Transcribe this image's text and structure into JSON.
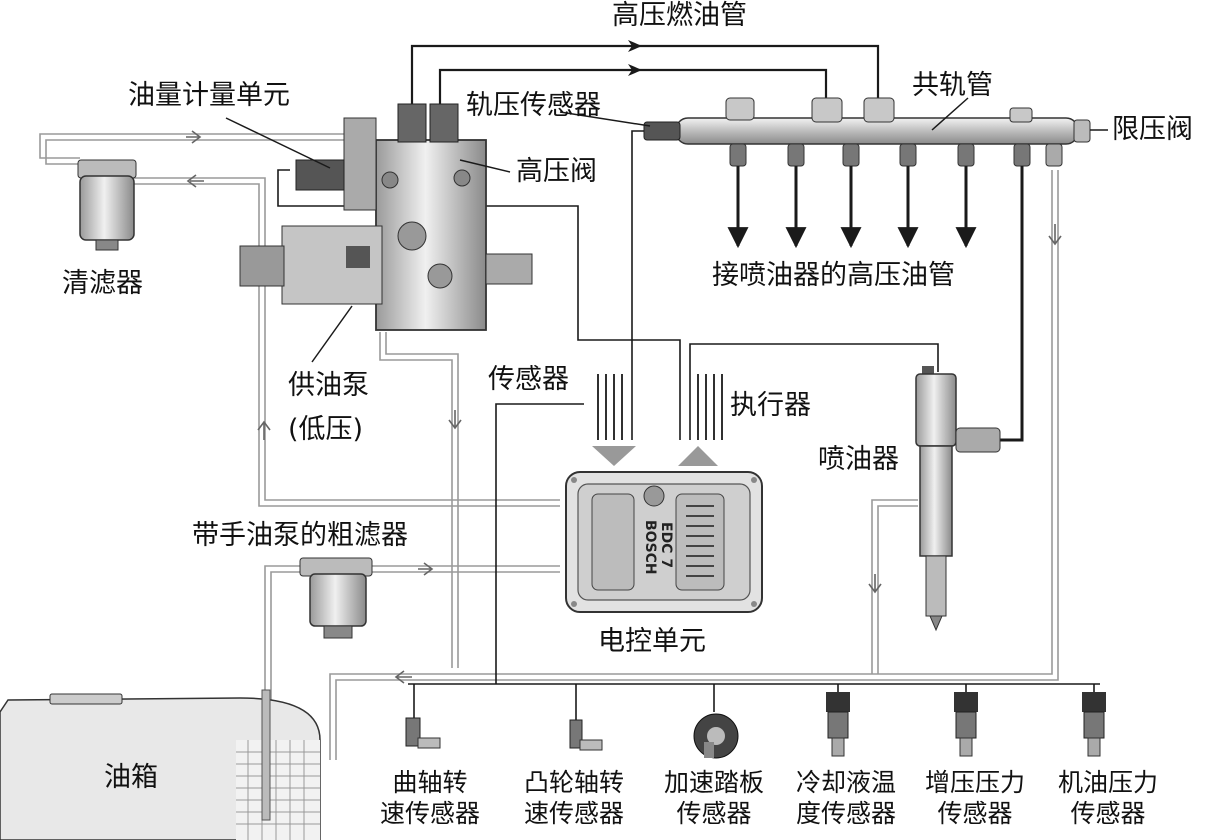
{
  "labels": {
    "high_pressure_fuel_pipe": "高压燃油管",
    "fuel_metering_unit": "油量计量单元",
    "rail_pressure_sensor": "轨压传感器",
    "common_rail": "共轨管",
    "pressure_limiting_valve": "限压阀",
    "high_pressure_valve": "高压阀",
    "filter": "清滤器",
    "pipes_to_injectors": "接喷油器的高压油管",
    "supply_pump_line1": "供油泵",
    "supply_pump_line2": "(低压)",
    "sensors": "传感器",
    "actuators": "执行器",
    "injector": "喷油器",
    "prefilter_with_hand_pump": "带手油泵的粗滤器",
    "ecu": "电控单元",
    "fuel_tank": "油箱",
    "ecu_brand": "BOSCH",
    "ecu_model": "EDC 7"
  },
  "sensors": [
    {
      "line1": "曲轴转",
      "line2": "速传感器",
      "icon": "crankshaft-speed-sensor-icon"
    },
    {
      "line1": "凸轮轴转",
      "line2": "速传感器",
      "icon": "camshaft-speed-sensor-icon"
    },
    {
      "line1": "加速踏板",
      "line2": "传感器",
      "icon": "accelerator-pedal-sensor-icon"
    },
    {
      "line1": "冷却液温",
      "line2": "度传感器",
      "icon": "coolant-temperature-sensor-icon"
    },
    {
      "line1": "增压压力",
      "line2": "传感器",
      "icon": "boost-pressure-sensor-icon"
    },
    {
      "line1": "机油压力",
      "line2": "传感器",
      "icon": "oil-pressure-sensor-icon"
    }
  ],
  "colors": {
    "line": "#1a1a1a",
    "fuel_line": "#9a9a9a",
    "component_fill": "#d8d8d8",
    "component_dark": "#555555"
  }
}
